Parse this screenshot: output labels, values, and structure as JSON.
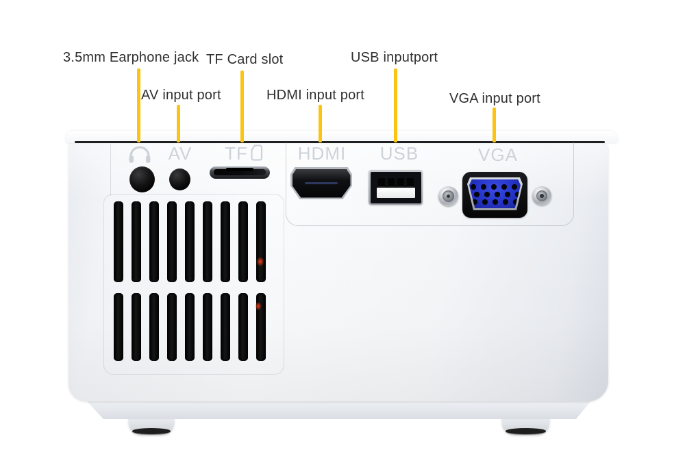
{
  "image_type": "annotated product photo",
  "subject": "Mini projector side panel with port callouts",
  "colors": {
    "background": "#ffffff",
    "accent_yellow": "#fcc411",
    "label_text": "#2f2f2f",
    "marking": "#cdd2d9",
    "vga_blue": "#2433c4",
    "indicator_red": "#ff4216"
  },
  "callouts": [
    {
      "label": "3.5mm Earphone jack"
    },
    {
      "label": "TF Card slot"
    },
    {
      "label": "USB inputport"
    },
    {
      "label": "AV input port"
    },
    {
      "label": "HDMI input port"
    },
    {
      "label": "VGA input port"
    }
  ],
  "projector": {
    "port_markings": {
      "earphone": "headphone-icon",
      "av": "AV",
      "tf": "TF",
      "tf_card_icon": "sd-card-icon",
      "hdmi": "HDMI",
      "usb": "USB",
      "vga": "VGA"
    },
    "vents": {
      "rows": [
        {
          "slots": 9
        },
        {
          "slots": 9
        }
      ],
      "indicator_lights": 2
    },
    "vga": {
      "pin_rows": [
        5,
        5,
        5
      ],
      "screws": 2
    },
    "usb": {
      "pins": 4
    }
  }
}
